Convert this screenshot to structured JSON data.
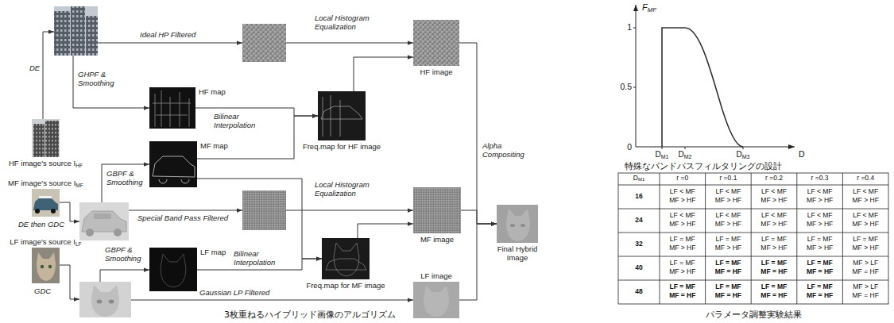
{
  "diagram": {
    "caption": "3枚重ねるハイブリッド画像のアルゴリズム",
    "nodes": [
      {
        "text": [
          "HF image's source IHF"
        ]
      },
      {
        "text": []
      },
      {
        "text": [
          "MF image's source IMF"
        ]
      },
      {
        "text": []
      },
      {
        "text": [
          "LF image's source ILF"
        ]
      },
      {
        "text": []
      },
      {
        "text": []
      },
      {
        "text": [
          "HF map"
        ]
      },
      {
        "text": [
          "MF map"
        ]
      },
      {
        "text": [
          "LF map"
        ]
      },
      {
        "text": []
      },
      {
        "text": [
          "LF image"
        ]
      },
      {
        "text": [
          "Freq.map for HF image"
        ]
      },
      {
        "text": [
          "Freq.map for MF image"
        ]
      },
      {
        "text": [
          "HF image"
        ]
      },
      {
        "text": [
          "MF image"
        ]
      },
      {
        "text": [
          "Final Hybrid Image"
        ]
      }
    ],
    "edges": [
      {
        "from": 0,
        "to": 1,
        "arrow": "to",
        "label": "DE"
      },
      {
        "from": 2,
        "to": 3,
        "arrow": "to",
        "label": "DE then GDC"
      },
      {
        "from": 4,
        "to": 5,
        "arrow": "to",
        "label": "GDC"
      },
      {
        "from": 1,
        "to": 7,
        "arrow": "to",
        "label": "GHPF & Smoothing"
      },
      {
        "from": 1,
        "to": 6,
        "arrow": "to",
        "label": "Ideal HP Filtered"
      },
      {
        "from": 3,
        "to": 8,
        "arrow": "to",
        "label": "GBPF & Smoothing"
      },
      {
        "from": 5,
        "to": 9,
        "arrow": "to",
        "label": "GBPF & Smoothing"
      },
      {
        "from": 3,
        "to": 10,
        "arrow": "to",
        "label": "Special Band Pass Filtered"
      },
      {
        "from": 7,
        "to": 12,
        "arrow": "to",
        "label": "Bilinear Interpolation"
      },
      {
        "from": 8,
        "to": 12,
        "arrow": "to"
      },
      {
        "from": 8,
        "to": 13,
        "arrow": "to"
      },
      {
        "from": 9,
        "to": 13,
        "arrow": "to",
        "label": "Bilinear Interpolation"
      },
      {
        "from": 6,
        "to": 14,
        "arrow": "to",
        "label": "Local Histogram Equalization"
      },
      {
        "from": 12,
        "to": 14,
        "arrow": "to"
      },
      {
        "from": 10,
        "to": 15,
        "arrow": "to",
        "label": "Local Histogram Equalization"
      },
      {
        "from": 13,
        "to": 15,
        "arrow": "to"
      },
      {
        "from": 5,
        "to": 11,
        "arrow": "to",
        "label": "Gaussian LP Filtered"
      },
      {
        "from": 14,
        "to": 16,
        "arrow": "to",
        "label": "Alpha Compositing"
      },
      {
        "from": 15,
        "to": 16,
        "arrow": "to"
      },
      {
        "from": 11,
        "to": 16,
        "arrow": "to"
      }
    ],
    "labels": [
      "FMF",
      "1",
      "0.5",
      "0",
      "DM1",
      "DM2",
      "DM3",
      "D",
      "特殊なバンドパスフィルタリングの設計",
      "DM1",
      "r =0",
      "r =0.1",
      "r =0.2",
      "r =0.3",
      "r =0.4",
      "16",
      "LF < MF",
      "MF > HF",
      "LF < MF",
      "MF > HF",
      "LF < MF",
      "MF > HF",
      "LF < MF",
      "MF > HF",
      "LF < MF",
      "MF > HF",
      "24",
      "LF < MF",
      "MF > HF",
      "LF < MF",
      "MF > HF",
      "LF < MF",
      "MF > HF",
      "LF < MF",
      "MF > HF",
      "LF < MF",
      "MF > HF",
      "32",
      "LF = MF",
      "MF > HF",
      "LF = MF",
      "MF > HF",
      "LF = MF",
      "MF > HF",
      "LF = MF",
      "MF > HF",
      "LF = MF",
      "MF > HF",
      "40",
      "LF = MF",
      "MF > HF",
      "LF = MF",
      "MF = HF",
      "LF = MF",
      "MF = HF",
      "LF = MF",
      "MF = HF",
      "MF > LF",
      "MF = HF",
      "48",
      "LF = MF",
      "MF = HF",
      "LF = MF",
      "MF = HF",
      "LF = MF",
      "MF = HF",
      "LF = MF",
      "MF = HF",
      "MF > LF",
      "MF = HF",
      "パラメータ調整実験結果"
    ]
  }
}
